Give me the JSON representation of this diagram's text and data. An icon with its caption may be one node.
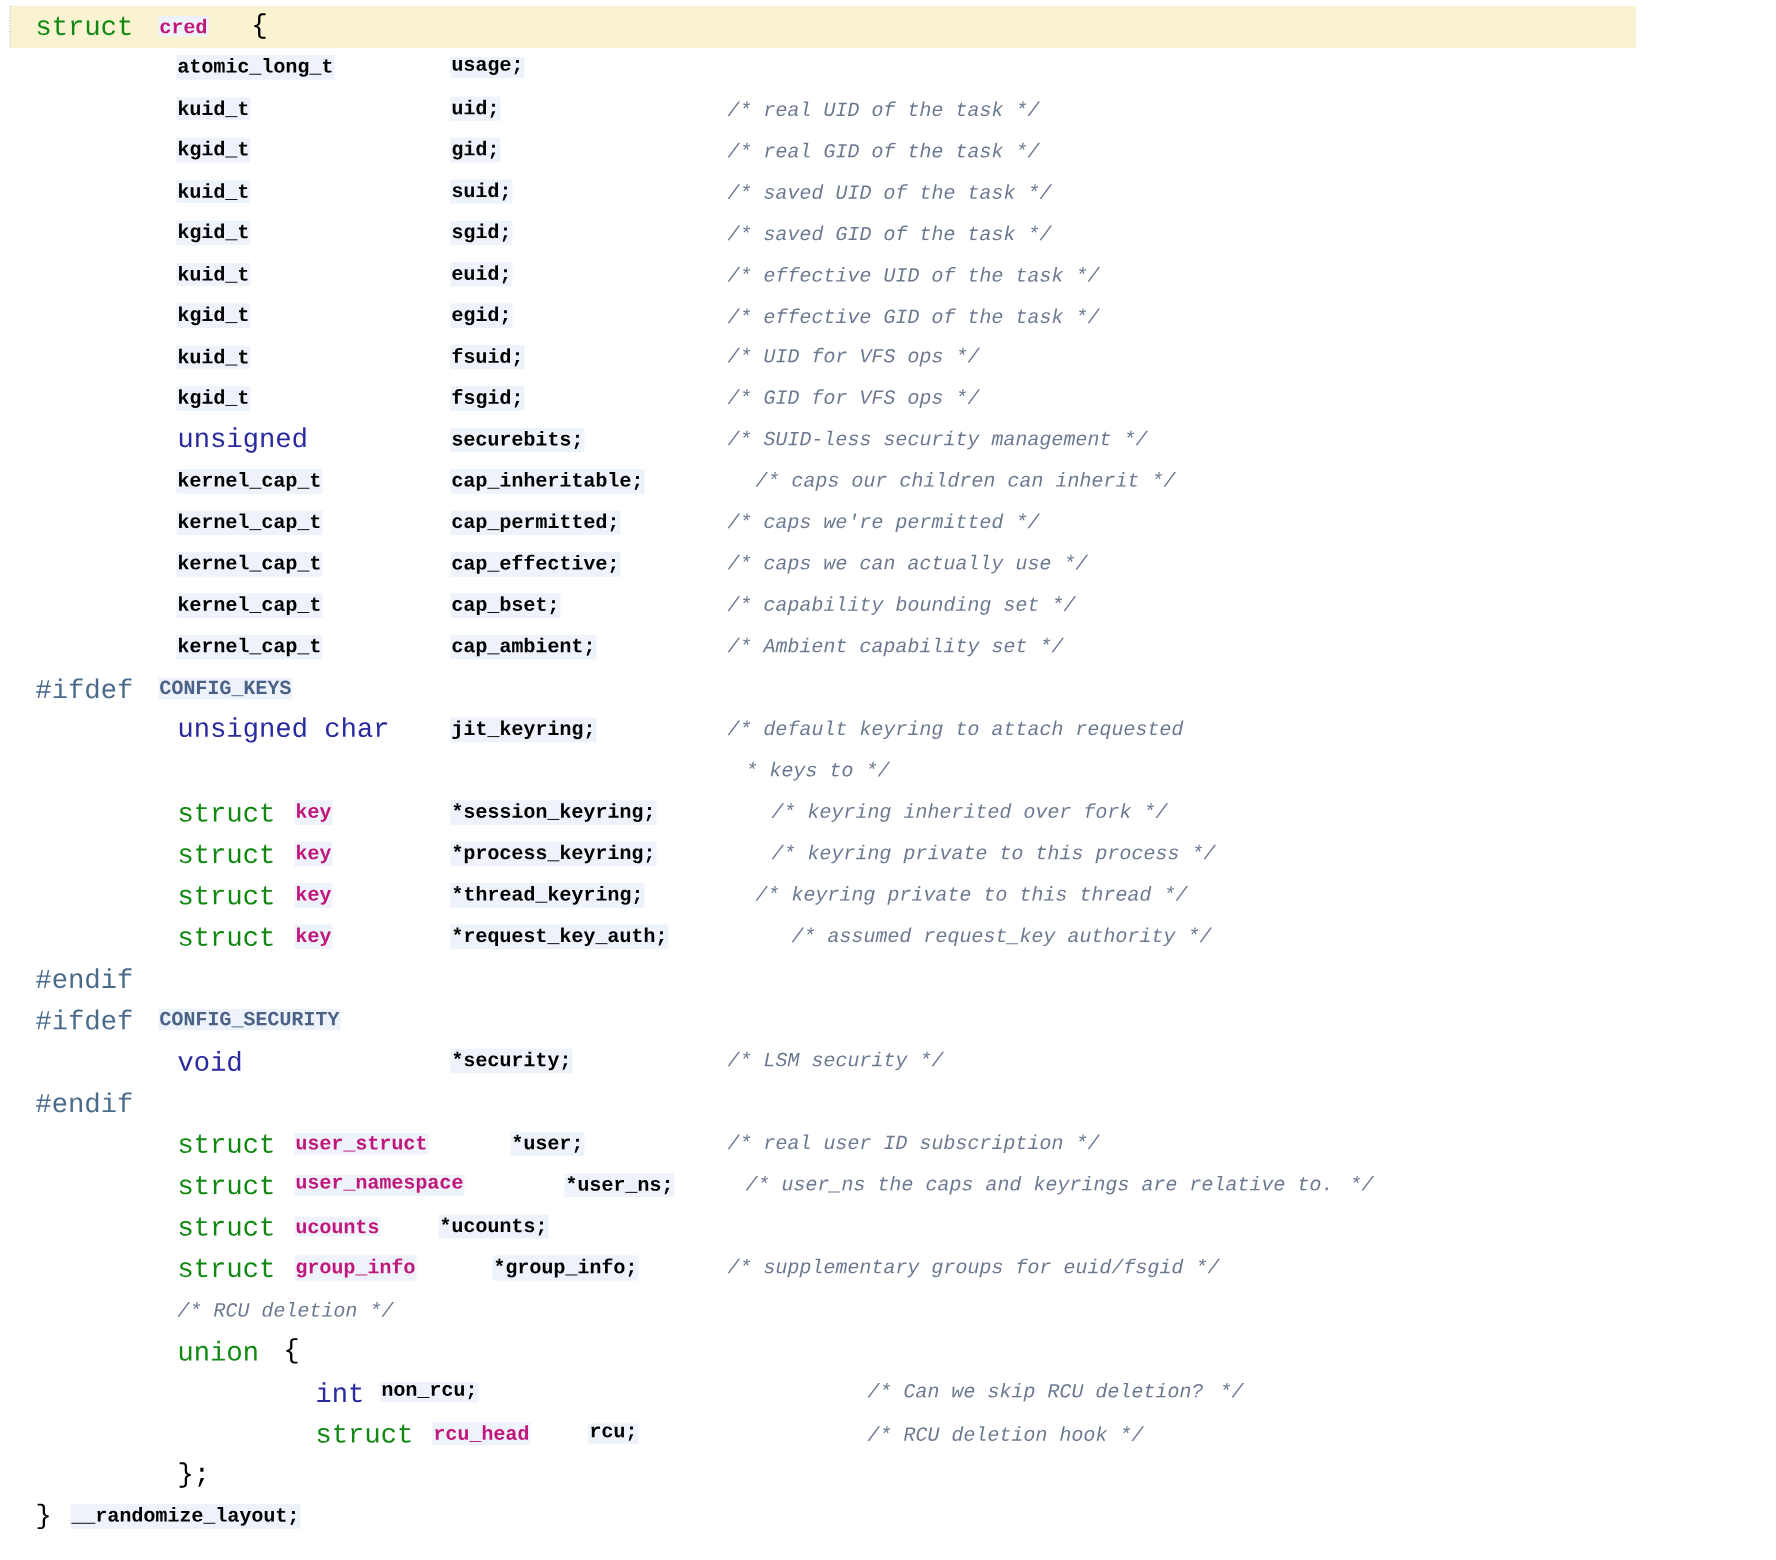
{
  "diagram": {
    "labels": [
      "struct",
      "cred",
      "{",
      "atomic_long_t",
      "usage;",
      "kuid_t",
      "uid;",
      "/* real UID of the task */",
      "kgid_t",
      "gid;",
      "/* real GID of the task */",
      "kuid_t",
      "suid;",
      "/* saved UID of the task */",
      "kgid_t",
      "sgid;",
      "/* saved GID of the task */",
      "kuid_t",
      "euid;",
      "/* effective UID of the task */",
      "kgid_t",
      "egid;",
      "/* effective GID of the task */",
      "kuid_t",
      "fsuid;",
      "/* UID for VFS ops */",
      "kgid_t",
      "fsgid;",
      "/* GID for VFS ops */",
      "unsigned",
      "securebits;",
      "/* SUID-less security management */",
      "kernel_cap_t",
      "cap_inheritable;",
      "/* caps our children can inherit */",
      "kernel_cap_t",
      "cap_permitted;",
      "/* caps we're permitted */",
      "kernel_cap_t",
      "cap_effective;",
      "/* caps we can actually use */",
      "kernel_cap_t",
      "cap_bset;",
      "/* capability bounding set */",
      "kernel_cap_t",
      "cap_ambient;",
      "/* Ambient capability set */",
      "#ifdef",
      "CONFIG_KEYS",
      "unsigned char",
      "jit_keyring;",
      "/* default keyring to attach requested",
      "* keys to */",
      "struct",
      "key",
      "*session_keyring;",
      "/* keyring inherited over fork */",
      "struct",
      "key",
      "*process_keyring;",
      "/* keyring private to this process */",
      "struct",
      "key",
      "*thread_keyring;",
      "/* keyring private to this thread */",
      "struct",
      "key",
      "*request_key_auth;",
      "/* assumed request_key authority */",
      "#endif",
      "#ifdef",
      "CONFIG_SECURITY",
      "void",
      "*security;",
      "/* LSM security */",
      "#endif",
      "struct",
      "user_struct",
      "*user;",
      "/* real user ID subscription */",
      "struct",
      "user_namespace",
      "*user_ns;",
      "/* user_ns the caps and keyrings are relative to. */",
      "struct",
      "ucounts",
      "*ucounts;",
      "struct",
      "group_info",
      "*group_info;",
      "/* supplementary groups for euid/fsgid */",
      "/* RCU deletion */",
      "union",
      "{",
      "int",
      "non_rcu;",
      "/* Can we skip RCU deletion? */",
      "struct",
      "rcu_head",
      "rcu;",
      "/* RCU deletion hook */",
      "};",
      "}",
      "__randomize_layout;"
    ]
  }
}
